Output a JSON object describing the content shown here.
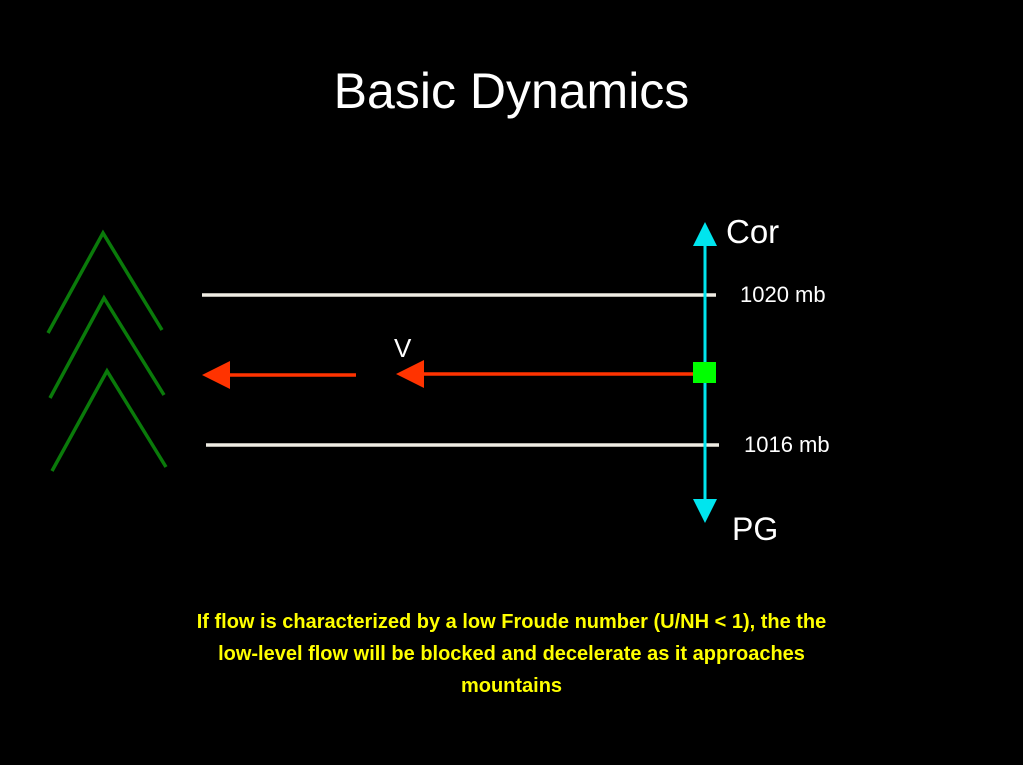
{
  "title": "Basic Dynamics",
  "diagram": {
    "labels": {
      "coriolis": "Cor",
      "pressure_gradient": "PG",
      "isobar_upper": "1020 mb",
      "isobar_lower": "1016 mb",
      "velocity": "V"
    },
    "colors": {
      "mountains": "#0a7a0a",
      "isobars": "#f0ede4",
      "force_arrows": "#00e5ee",
      "velocity_arrows": "#ff3300",
      "air_parcel": "#00ff00"
    }
  },
  "caption": "If flow is characterized by a low Froude number (U/NH < 1), the the low-level flow will be blocked and decelerate as it approaches mountains"
}
